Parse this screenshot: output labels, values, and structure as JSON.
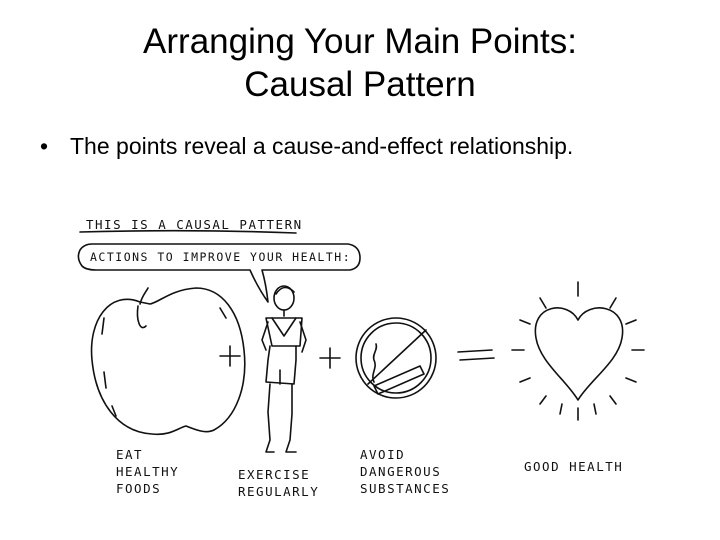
{
  "slide": {
    "title_line1": "Arranging Your Main Points:",
    "title_line2": "Causal Pattern",
    "bullet": "The points reveal a cause-and-effect relationship."
  },
  "illustration": {
    "heading": "THIS IS A CAUSAL PATTERN",
    "speech_bubble": "ACTIONS TO IMPROVE YOUR HEALTH:",
    "captions": {
      "eat": [
        "EAT",
        "HEALTHY",
        "FOODS"
      ],
      "exercise": [
        "EXERCISE",
        "REGULARLY"
      ],
      "avoid": [
        "AVOID",
        "DANGEROUS",
        "SUBSTANCES"
      ],
      "result": "GOOD HEALTH"
    },
    "icons": [
      "apple-icon",
      "runner-figure",
      "no-smoking-icon",
      "glowing-heart-icon"
    ]
  }
}
